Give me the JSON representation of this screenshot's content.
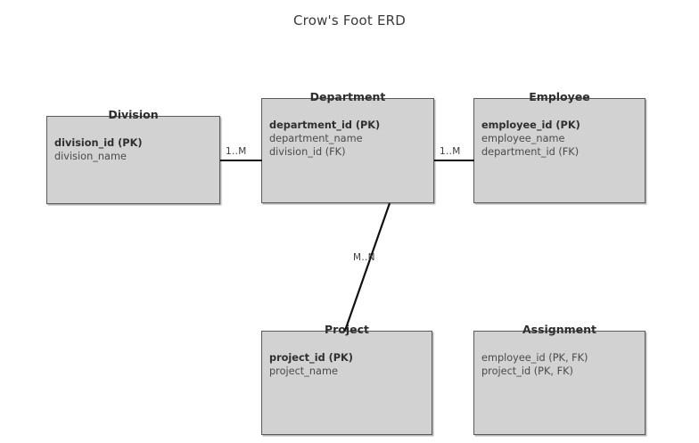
{
  "title": "Crow's Foot ERD",
  "style": {
    "entity_fill": "#d2d2d2",
    "entity_border": "#5a5a5a",
    "line_color": "#111111",
    "text_color": "#404040",
    "background": "#ffffff"
  },
  "entities": [
    {
      "name": "Division",
      "fields": [
        {
          "label": "division_id (PK)",
          "key": true
        },
        {
          "label": "division_name",
          "key": false
        }
      ]
    },
    {
      "name": "Department",
      "fields": [
        {
          "label": "department_id (PK)",
          "key": true
        },
        {
          "label": "department_name",
          "key": false
        },
        {
          "label": "division_id (FK)",
          "key": false
        }
      ]
    },
    {
      "name": "Employee",
      "fields": [
        {
          "label": "employee_id (PK)",
          "key": true
        },
        {
          "label": "employee_name",
          "key": false
        },
        {
          "label": "department_id (FK)",
          "key": false
        }
      ]
    },
    {
      "name": "Project",
      "fields": [
        {
          "label": "project_id (PK)",
          "key": true
        },
        {
          "label": "project_name",
          "key": false
        }
      ]
    },
    {
      "name": "Assignment",
      "fields": [
        {
          "label": "employee_id (PK, FK)",
          "key": false
        },
        {
          "label": "project_id (PK, FK)",
          "key": false
        }
      ]
    }
  ],
  "relationships": [
    {
      "from": "Division",
      "to": "Department",
      "cardinality": "1..M"
    },
    {
      "from": "Department",
      "to": "Employee",
      "cardinality": "1..M"
    },
    {
      "from": "Department",
      "to": "Project",
      "cardinality": "M..N"
    }
  ]
}
